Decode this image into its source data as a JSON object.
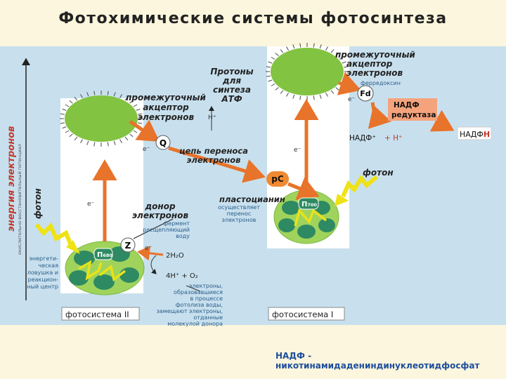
{
  "title": "Фотохимические системы фотосинтеза",
  "axis": {
    "main": "энергия электронов",
    "sub": "окислительно-восстановительный потенциал"
  },
  "photon_left": "фотон",
  "photon_right": "фотон",
  "ps2": {
    "label": "фотосистема II",
    "p680": "П",
    "p680_sub": "680",
    "reaction_center": [
      "энергети-",
      "ческая",
      "ловушка и",
      "реакцион-",
      "ный центр"
    ]
  },
  "ps1": {
    "label": "фотосистема I",
    "p700": "П",
    "p700_sub": "700"
  },
  "acceptor1": [
    "промежуточный",
    "акцептор",
    "электронов"
  ],
  "q": "Q",
  "e": "e⁻",
  "protons": [
    "Протоны",
    "для",
    "синтеза",
    "АТФ"
  ],
  "h_plus": "H⁺",
  "chain": [
    "цепь переноса",
    "электронов"
  ],
  "pc": "pC",
  "plastocyanin": "пластоцианин",
  "plasto_desc": [
    "осуществляет",
    "перенос",
    "электронов"
  ],
  "donor": [
    "донор",
    "электронов"
  ],
  "donor_desc": [
    "фермент",
    "расщепляющий",
    "воду"
  ],
  "z": "Z",
  "water": "2H₂O",
  "products": "4H⁺ + O₂",
  "water_desc": [
    "электроны,",
    "образовавшиеся",
    "в процессе",
    "фотолиза воды,",
    "замещают электроны,",
    "отданные",
    "молекулой донора"
  ],
  "acceptor2": [
    "промежуточный",
    "акцептор",
    "электронов"
  ],
  "ferredoxin": "ферредоксин",
  "fd": "Fd",
  "nadp_reductase": [
    "НАДФ",
    "редуктаза"
  ],
  "nadp_plus": "НАДФ⁺",
  "plus_h": "+ H⁺",
  "nadph_base": "НАДФ",
  "nadph_h": "Н",
  "footer": "НАДФ - никотинамидадениндинуклеотидфосфат"
}
